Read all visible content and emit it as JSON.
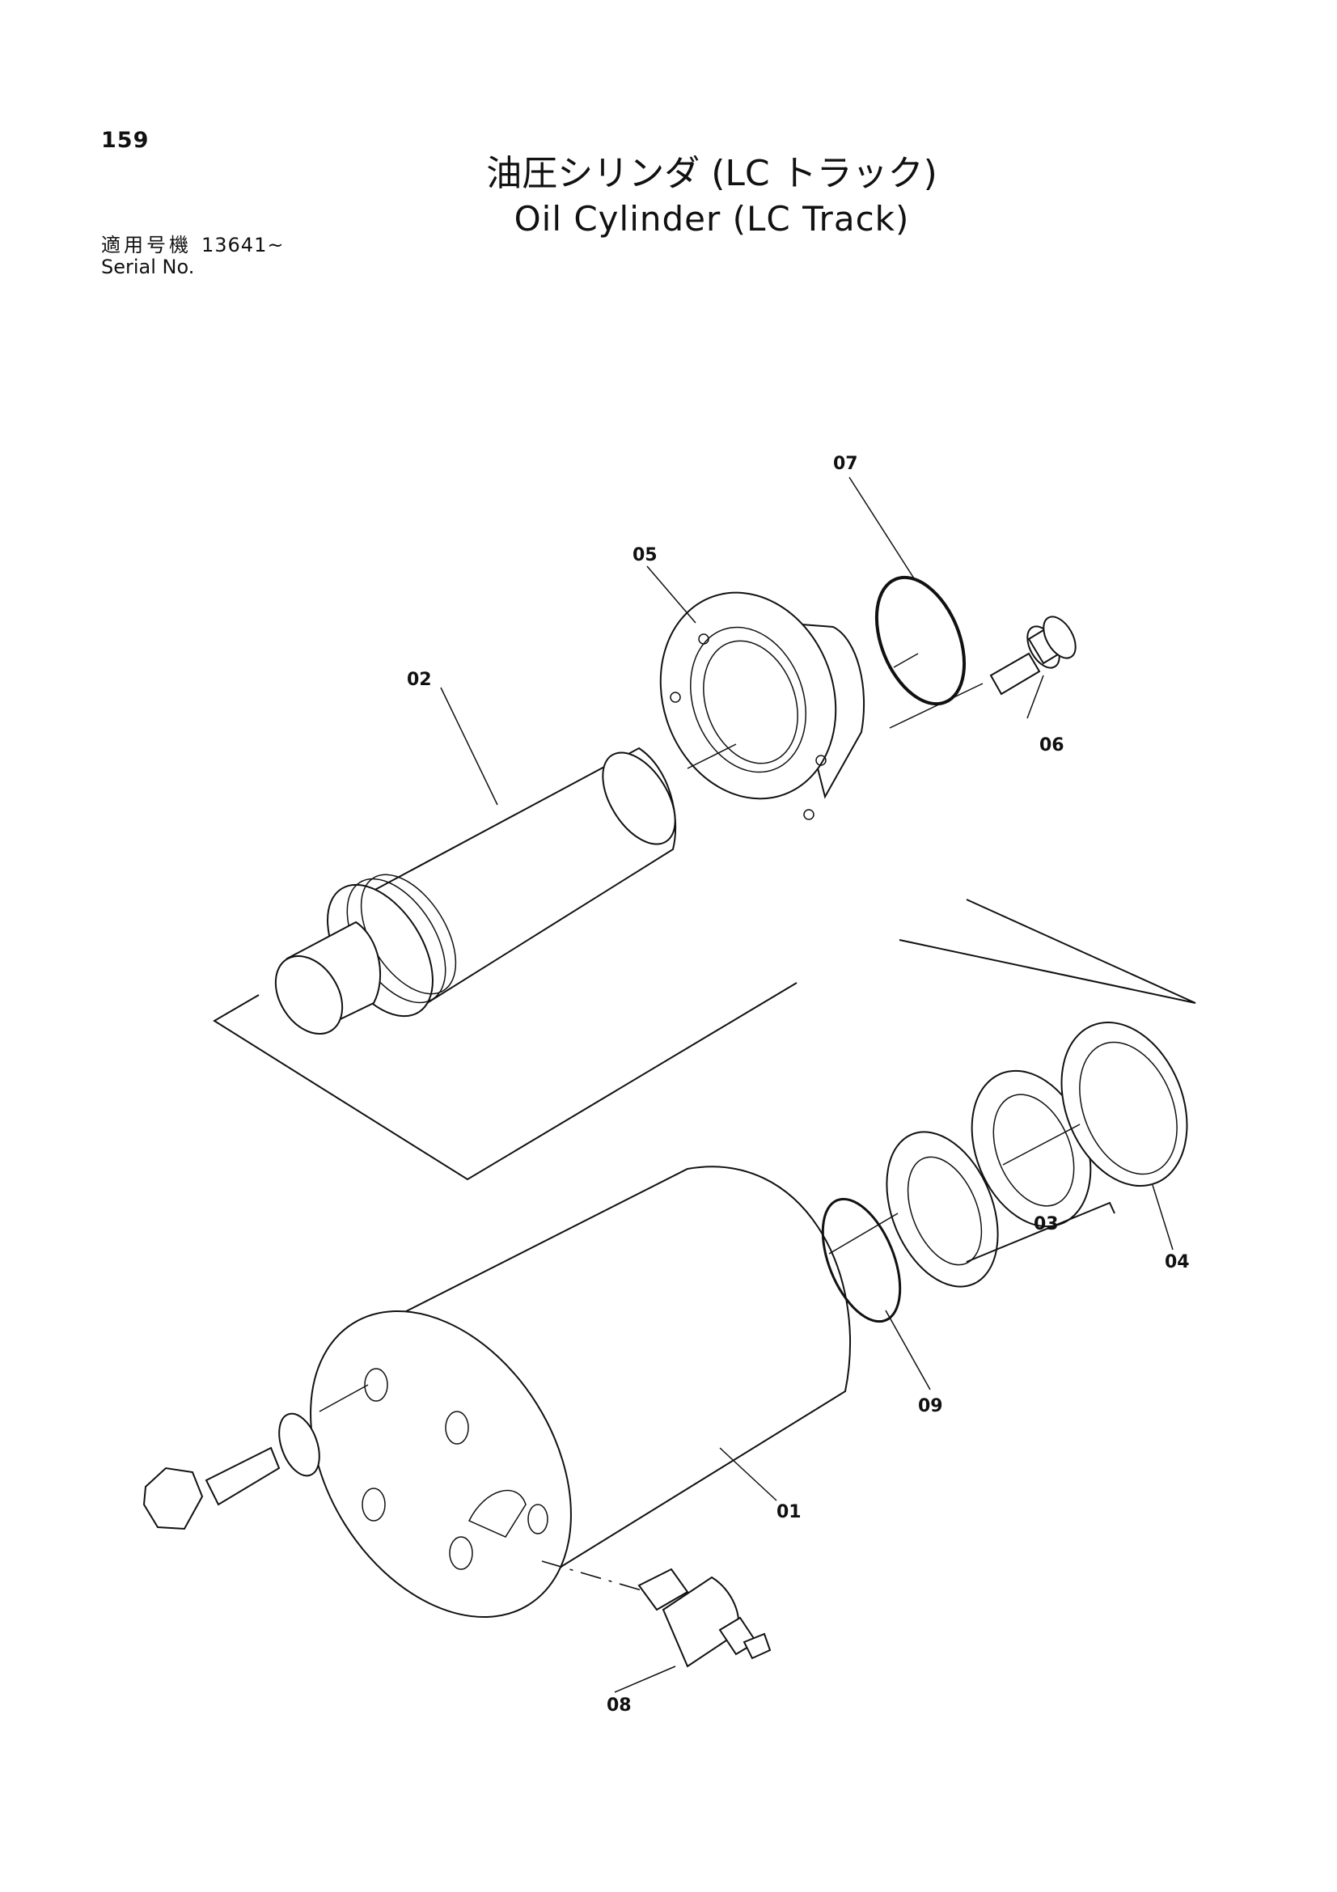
{
  "header": {
    "page_number": "159",
    "title_jp": "油圧シリンダ (LC トラック)",
    "title_en": "Oil Cylinder (LC Track)",
    "serial_label_jp": "適用号機",
    "serial_from": "13641~",
    "serial_label_en": "Serial No."
  },
  "callouts": [
    {
      "id": "01",
      "label": "01"
    },
    {
      "id": "02",
      "label": "02"
    },
    {
      "id": "03",
      "label": "03"
    },
    {
      "id": "04",
      "label": "04"
    },
    {
      "id": "05",
      "label": "05"
    },
    {
      "id": "06",
      "label": "06"
    },
    {
      "id": "07",
      "label": "07"
    },
    {
      "id": "08",
      "label": "08"
    },
    {
      "id": "09",
      "label": "09"
    }
  ]
}
